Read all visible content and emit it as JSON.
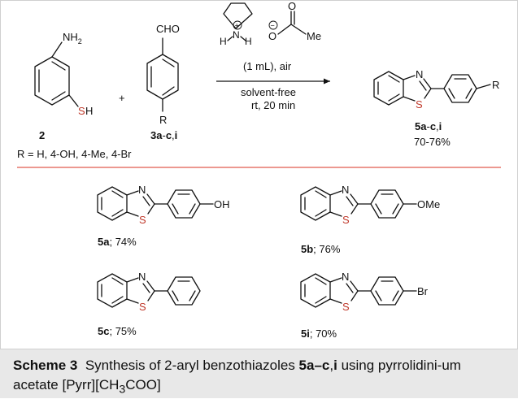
{
  "reaction": {
    "reactant1": {
      "label": "2",
      "nh2": "NH",
      "nh2_sub": "2",
      "s": "S",
      "h": "H"
    },
    "plus": "+",
    "reactant2": {
      "label_num": "3a",
      "label_dash": "-",
      "label_rest": "c",
      "label_comma": ",",
      "label_i": "i",
      "cho": "CHO",
      "r": "R"
    },
    "reagent": {
      "n": "N",
      "h_left": "H",
      "h_right": "H",
      "plus_charge": "+",
      "minus_charge": "−",
      "o_top": "O",
      "o_anion": "O",
      "me": "Me"
    },
    "conditions": {
      "line1": "(1 mL), air",
      "line2": "solvent-free",
      "line3": "rt, 20 min"
    },
    "product": {
      "n": "N",
      "s": "S",
      "r": "R",
      "label_num": "5a",
      "label_dash": "-",
      "label_rest": "c",
      "label_comma": ",",
      "label_i": "i",
      "yield": "70-76%"
    },
    "r_definition": "R = H, 4-OH, 4-Me, 4-Br"
  },
  "products": [
    {
      "cpd": "5a",
      "yield": "; 74%",
      "n": "N",
      "s": "S",
      "substituent": "OH"
    },
    {
      "cpd": "5b",
      "yield": "; 76%",
      "n": "N",
      "s": "S",
      "substituent": "OMe"
    },
    {
      "cpd": "5c",
      "yield": "; 75%",
      "n": "N",
      "s": "S",
      "substituent": ""
    },
    {
      "cpd": "5i",
      "yield": "; 70%",
      "n": "N",
      "s": "S",
      "substituent": "Br"
    }
  ],
  "caption": {
    "label": "Scheme 3",
    "text_before": "Synthesis of 2-aryl benzothiazoles ",
    "compounds": "5a–c",
    "comma": ",",
    "compound_i": "i",
    "text_middle": " using pyrrolidini-um acetate [Pyrr][CH",
    "sub3": "3",
    "text_end": "COO]"
  },
  "colors": {
    "divider": "#e05a4e",
    "sulfur_red": "#c0392b",
    "caption_bg": "#e8e8e8"
  }
}
